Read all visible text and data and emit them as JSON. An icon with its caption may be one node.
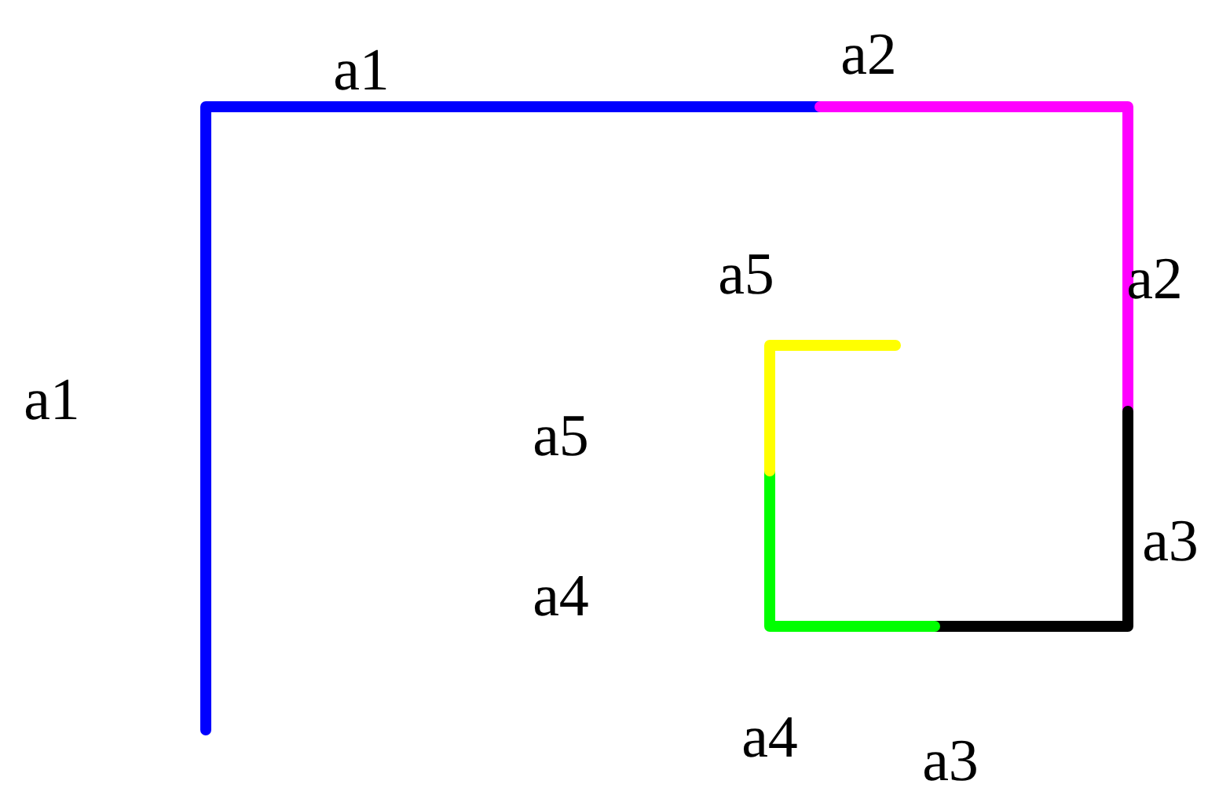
{
  "diagram": {
    "labels": [
      "a1",
      "a2",
      "a5",
      "a2",
      "a1",
      "a5",
      "a3",
      "a4",
      "a4",
      "a3"
    ]
  }
}
